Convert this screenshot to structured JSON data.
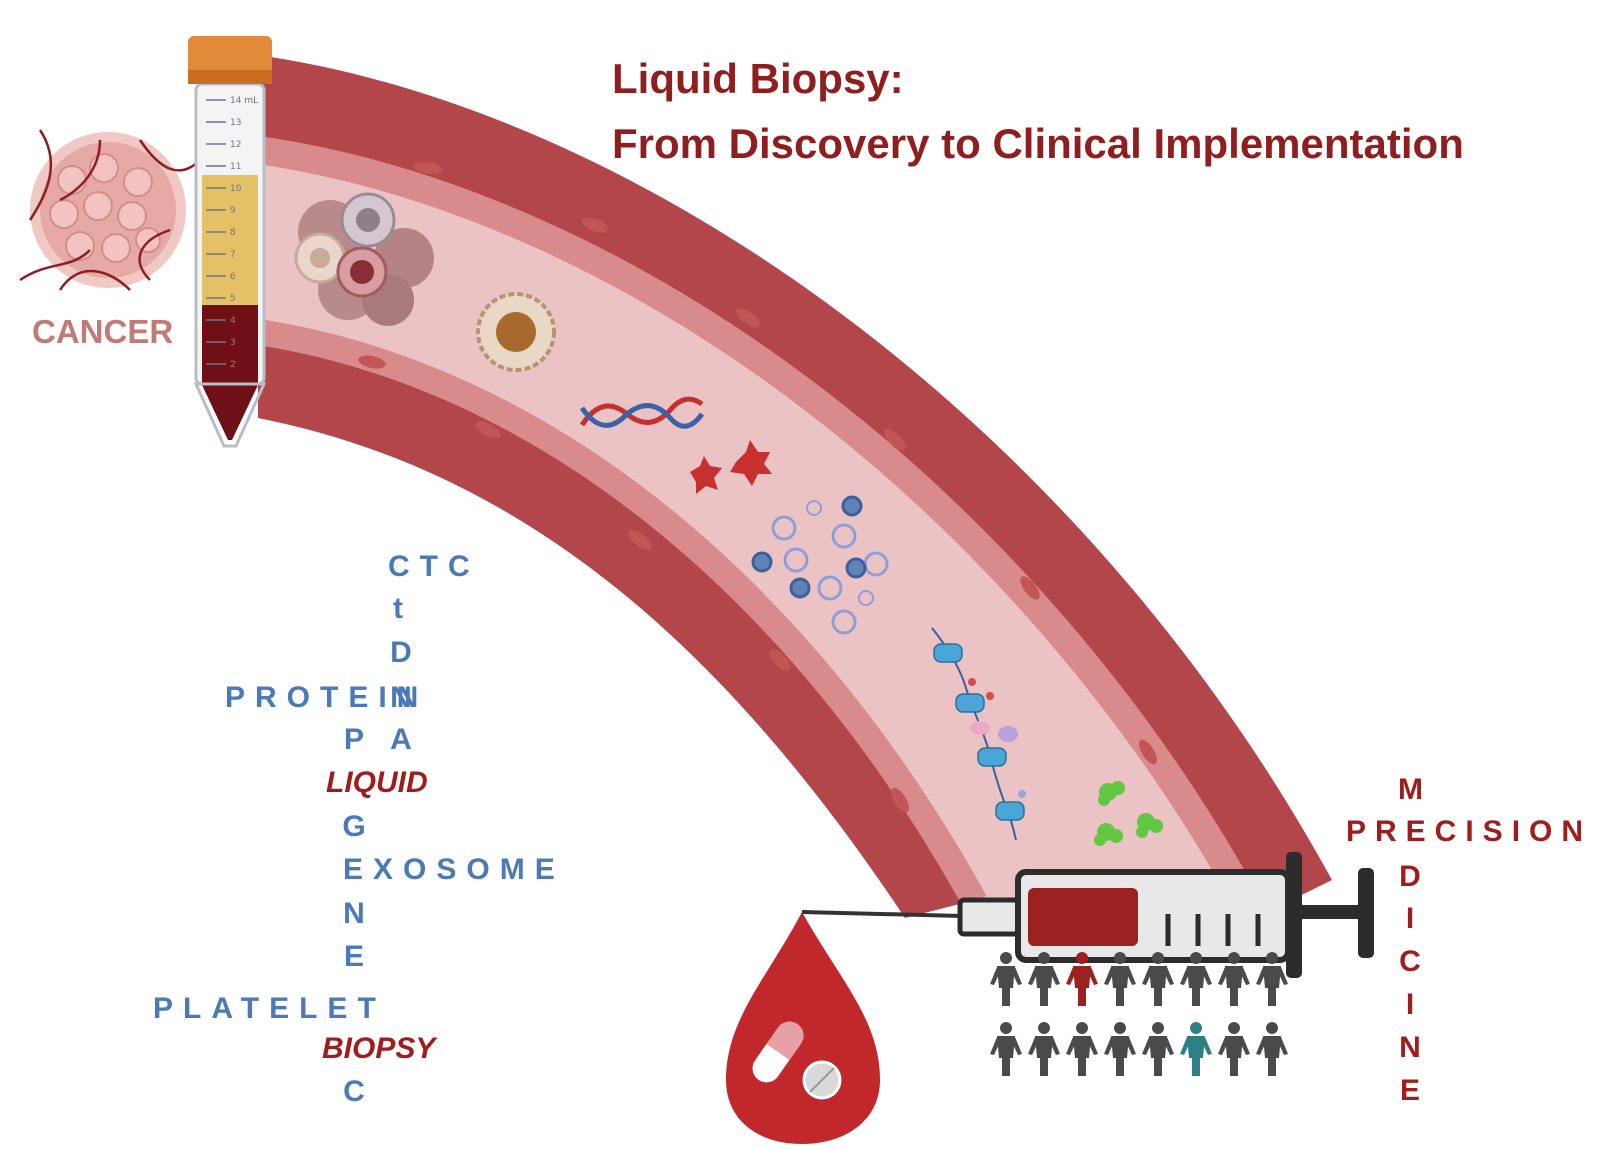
{
  "title": {
    "line1": "Liquid Biopsy:",
    "line2": "From Discovery to Clinical Implementation"
  },
  "labels": {
    "cancer": "CANCER"
  },
  "tube_scale": [
    "14 mL",
    "13",
    "12",
    "11",
    "10",
    "9",
    "8",
    "7",
    "6",
    "5",
    "4",
    "3",
    "2"
  ],
  "crossword": {
    "ctc": "CTC",
    "protein": "PROTEIN",
    "liquid": "LIQUID",
    "exosome": "EXOSOME",
    "platelet": "PLATELET",
    "biopsy": "BIOPSY",
    "precision": "PRECISION",
    "ctdna_letters": [
      "t",
      "D",
      "N",
      "A"
    ],
    "epigenetic_letters": [
      "P",
      "G",
      "N",
      "E",
      "C"
    ],
    "medicine_letters": [
      "M",
      "D",
      "I",
      "C",
      "I",
      "N",
      "E"
    ]
  },
  "colors": {
    "title": "#8f1f1f",
    "blue_words": "#4a7ab8",
    "red_words": "#a01d1d",
    "vessel_wall": "#b5484a",
    "vessel_lumen": "#f2cfd0",
    "blood_drop": "#c0282b"
  },
  "icons": [
    "tumor-icon",
    "blood-tube-icon",
    "ctc-cluster-icon",
    "ctc-icon",
    "dna-helix-icon",
    "platelet-icon",
    "exosome-icon",
    "nucleosome-icon",
    "protein-icon",
    "syringe-icon",
    "blood-drop-icon",
    "pill-icon",
    "people-icon"
  ]
}
